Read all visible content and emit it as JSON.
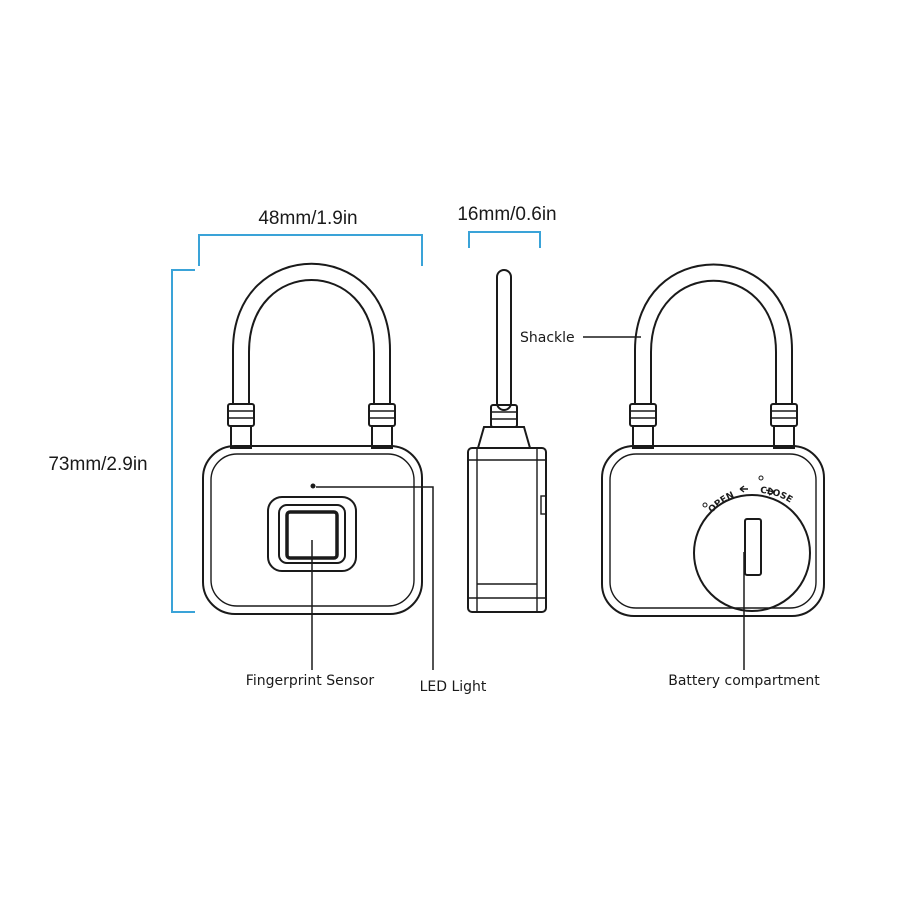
{
  "dimensions": {
    "width_label": "48mm/1.9in",
    "depth_label": "16mm/0.6in",
    "height_label": "73mm/2.9in"
  },
  "callouts": {
    "fingerprint_sensor": "Fingerprint Sensor",
    "led_light": "LED Light",
    "shackle": "Shackle",
    "battery_compartment": "Battery compartment"
  },
  "battery_cover": {
    "open_label": "OPEN",
    "close_label": "CLOSE"
  },
  "colors": {
    "dimension_lines": "#3aa3d8",
    "outlines": "#1a1a1a",
    "background": "#ffffff"
  }
}
